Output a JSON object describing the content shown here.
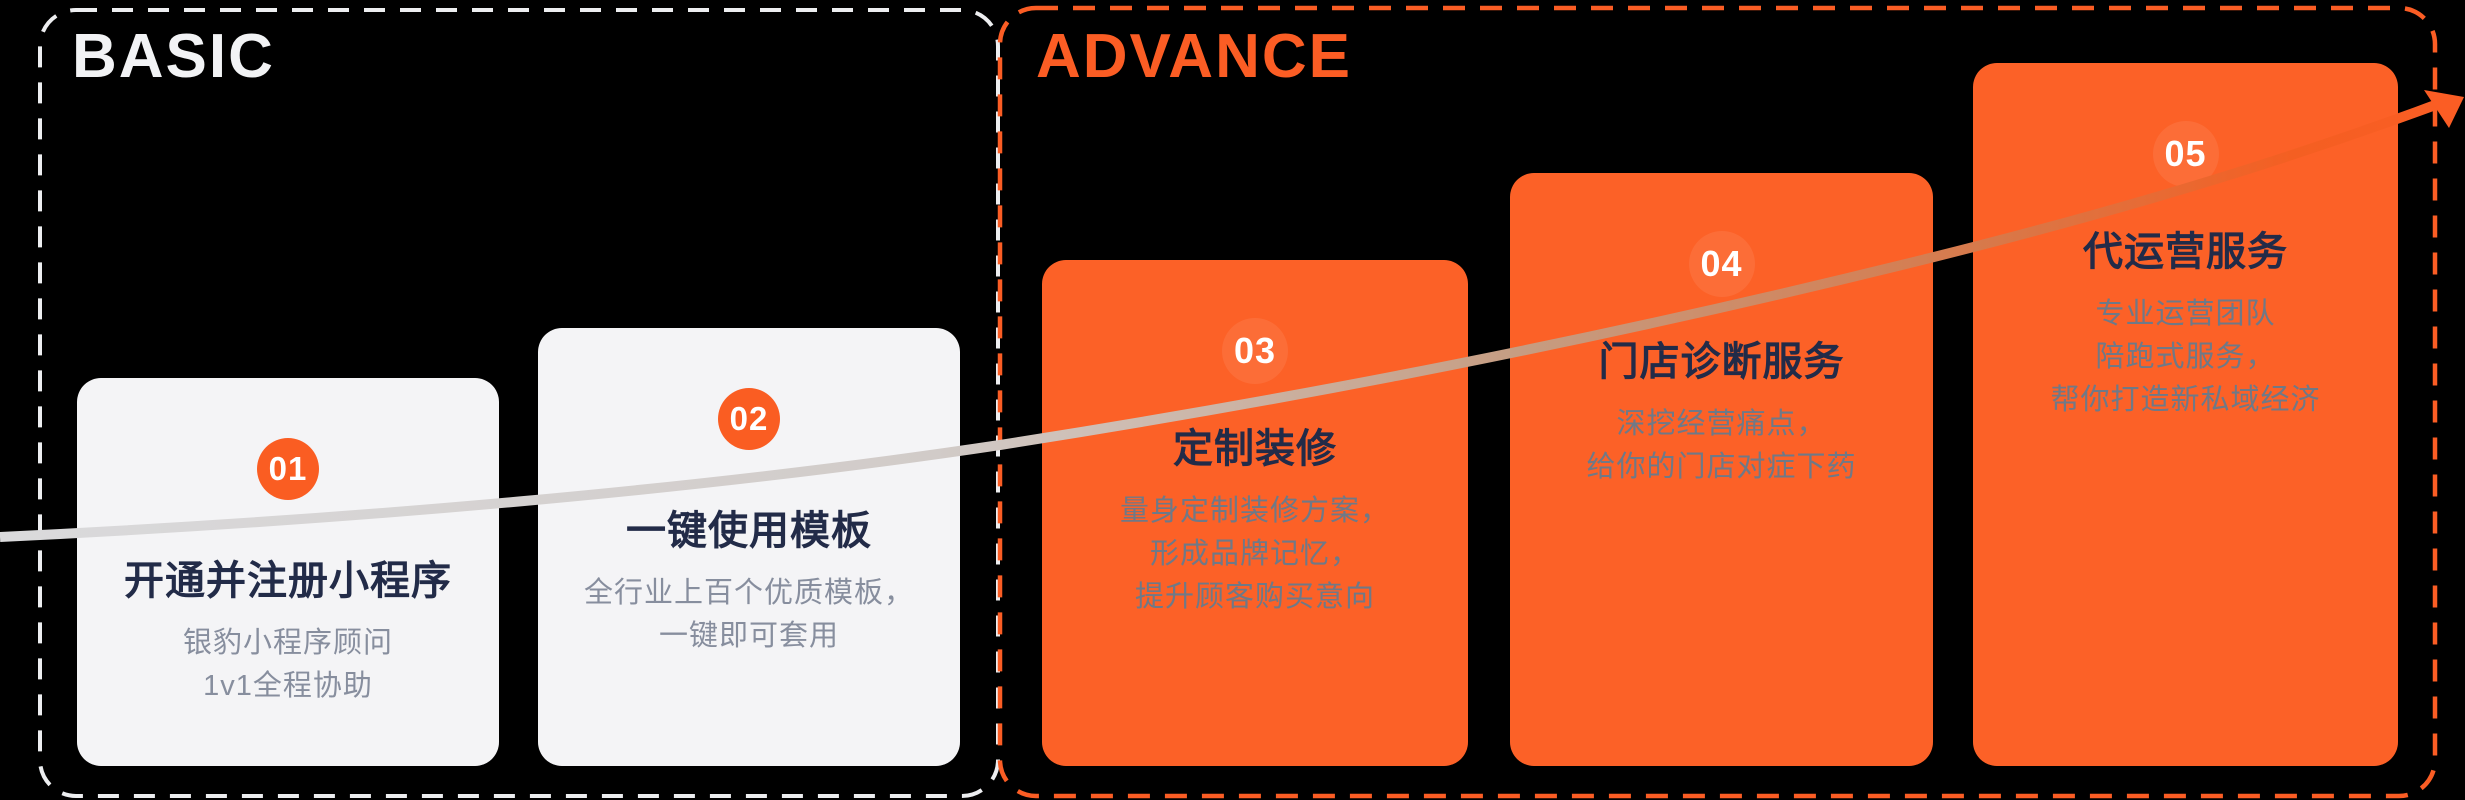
{
  "canvas": {
    "background": "#000000"
  },
  "sections": {
    "basic": {
      "label": "BASIC",
      "label_color": "#F2F3F5",
      "border_color": "#EDEEF0",
      "border_style": "dashed"
    },
    "advance": {
      "label": "ADVANCE",
      "label_color": "#FB5D24",
      "border_color": "#FB5D24",
      "border_style": "dashed"
    }
  },
  "colors": {
    "card_light": "#F4F4F6",
    "card_orange": "#FC6127",
    "badge_orange": "#FA5D22",
    "title_navy": "#222B48",
    "subtitle_gray_on_light": "#878E9E",
    "subtitle_gray_on_orange": "#6F7987",
    "arrow_start": "#DADADC",
    "arrow_end": "#FB5D24"
  },
  "arrow_icon": "growth-trend-arrow",
  "cards": [
    {
      "number": "01",
      "style": "light",
      "section": "basic",
      "title": "开通并注册小程序",
      "lines": [
        "银豹小程序顾问",
        "1v1全程协助"
      ]
    },
    {
      "number": "02",
      "style": "light",
      "section": "basic",
      "title": "一键使用模板",
      "lines": [
        "全行业上百个优质模板，",
        "一键即可套用"
      ]
    },
    {
      "number": "03",
      "style": "orange",
      "section": "advance",
      "title": "定制装修",
      "lines": [
        "量身定制装修方案，",
        "形成品牌记忆，",
        "提升顾客购买意向"
      ]
    },
    {
      "number": "04",
      "style": "orange",
      "section": "advance",
      "title": "门店诊断服务",
      "lines": [
        "深挖经营痛点，",
        "给你的门店对症下药"
      ]
    },
    {
      "number": "05",
      "style": "orange",
      "section": "advance",
      "title": "代运营服务",
      "lines": [
        "专业运营团队",
        "陪跑式服务，",
        "帮你打造新私域经济"
      ]
    }
  ]
}
